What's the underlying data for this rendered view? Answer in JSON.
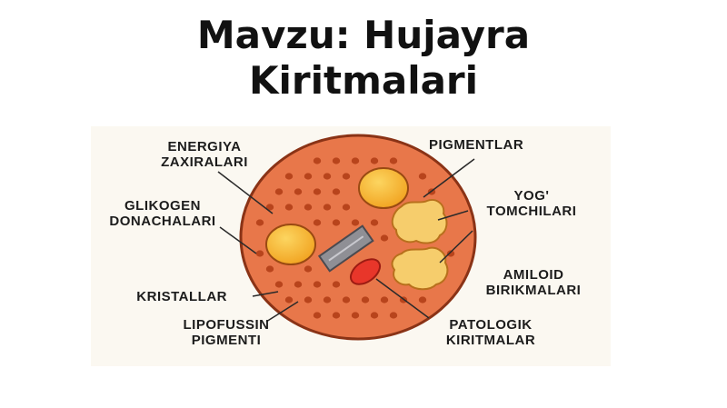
{
  "title": {
    "line1": "Mavzu: Hujayra",
    "line2": "Kiritmalari"
  },
  "diagram": {
    "labels": {
      "energiya": {
        "line1": "ENERGIYA",
        "line2": "ZAXIRALARI"
      },
      "glikogen": {
        "line1": "GLIKOGEN",
        "line2": "DONACHALARI"
      },
      "kristallar": {
        "line1": "KRISTALLAR"
      },
      "lipofussin": {
        "line1": "LIPOFUSSIN",
        "line2": "PIGMENTI"
      },
      "pigmentlar": {
        "line1": "PIGMENTLAR"
      },
      "yog": {
        "line1": "YOG'",
        "line2": "TOMCHILARI"
      },
      "amiloid": {
        "line1": "AMILOID",
        "line2": "BIRIKMALARI"
      },
      "patologik": {
        "line1": "PATOLOGIK",
        "line2": "KIRITMALAR"
      }
    },
    "colors": {
      "cytoplasm": "#e8774a",
      "membrane": "#8a3316",
      "granule": "#b8441c",
      "fat": "#f7ba3a",
      "amyloid": "#f6cd6c",
      "crystal": "#8f8f95",
      "pathologic": "#e8362a"
    }
  }
}
